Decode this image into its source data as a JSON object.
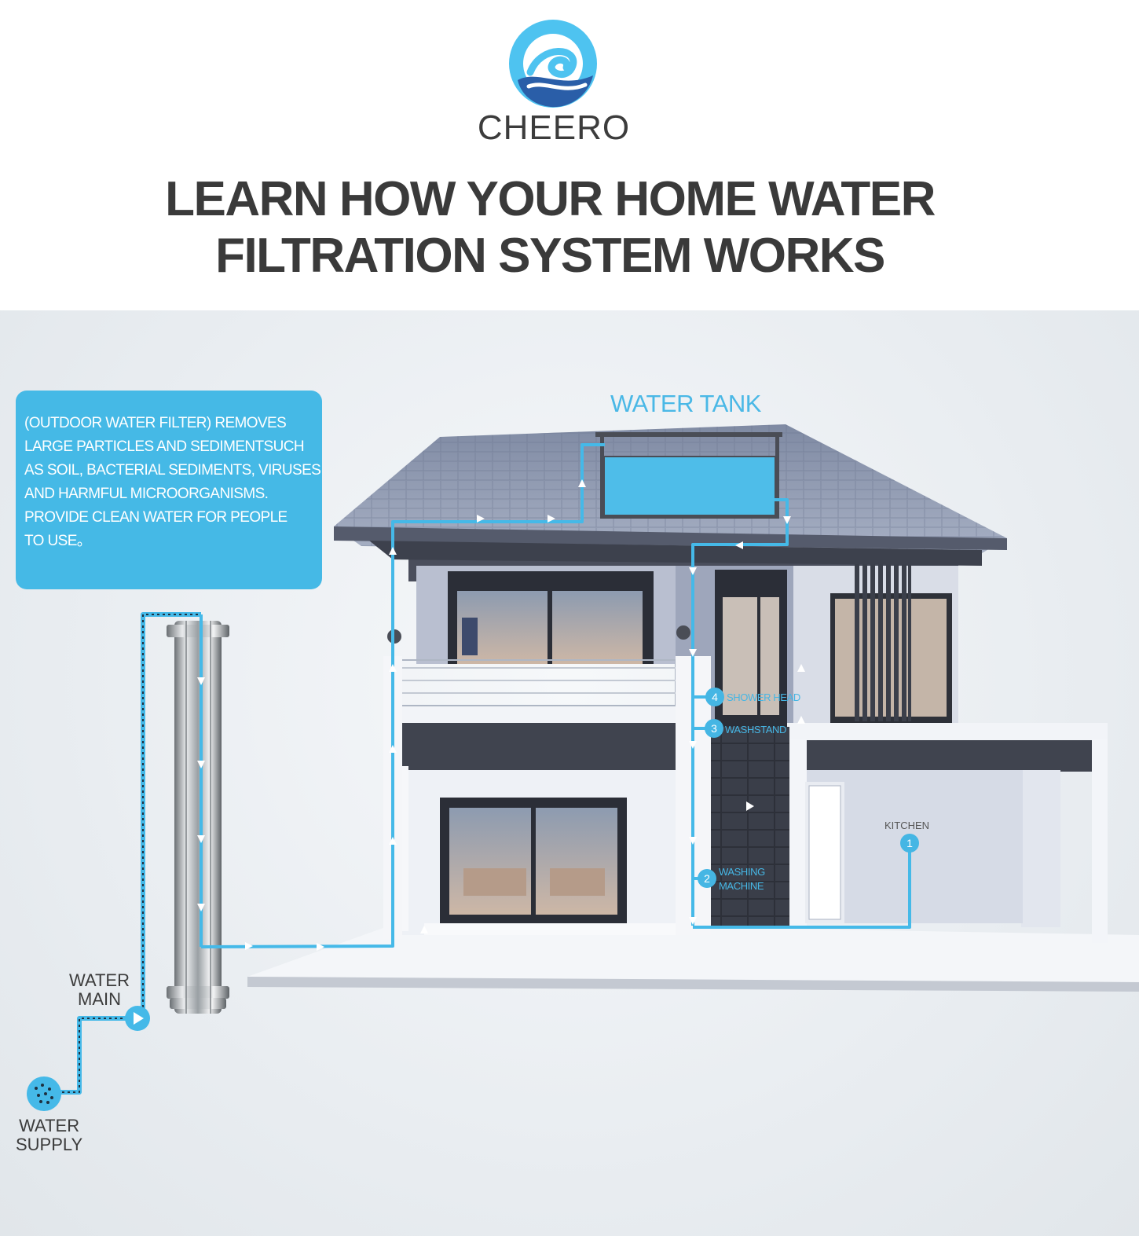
{
  "brand": {
    "name": "CHEERO",
    "icon": "cheero-logo-icon",
    "colors": {
      "light": "#4ec3f0",
      "dark": "#2a5ea8"
    }
  },
  "headline": {
    "line1": "LEARN HOW YOUR HOME WATER",
    "line2": "FILTRATION SYSTEM WORKS"
  },
  "info_box": {
    "lines": [
      "(OUTDOOR WATER FILTER) REMOVES",
      "LARGE PARTICLES AND SEDIMENTSUCH",
      "AS SOIL, BACTERIAL SEDIMENTS, VIRUSES",
      "AND HARMFUL MICROORGANISMS.",
      "PROVIDE CLEAN WATER FOR PEOPLE",
      "TO USE。"
    ]
  },
  "labels": {
    "water_tank": "WATER TANK",
    "water_main_line1": "WATER",
    "water_main_line2": "MAIN",
    "water_supply_line1": "WATER",
    "water_supply_line2": "SUPPLY",
    "kitchen": "KITCHEN"
  },
  "outlets": [
    {
      "num": "4",
      "label": "SHOWER HEAD"
    },
    {
      "num": "3",
      "label": "WASHSTAND"
    },
    {
      "num": "2",
      "label_line1": "WASHING",
      "label_line2": "MACHINE"
    },
    {
      "num": "1",
      "label": "KITCHEN"
    }
  ],
  "colors": {
    "pipe": "#45b9e8",
    "accent": "#45b9e6",
    "text_dark": "#3a3a3a"
  }
}
